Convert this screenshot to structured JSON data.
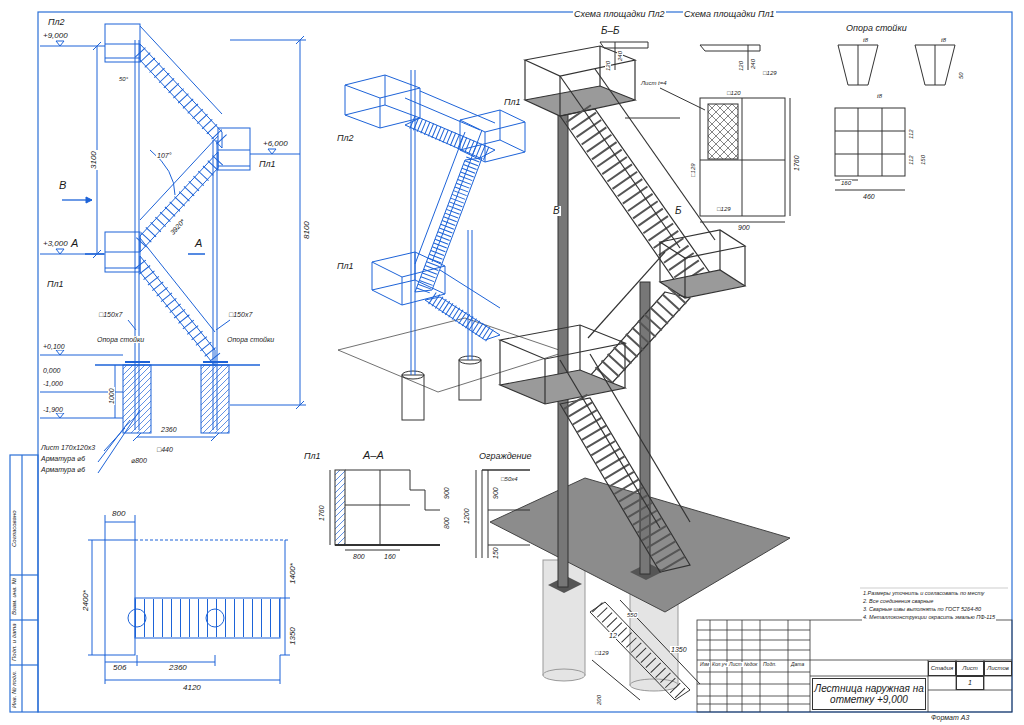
{
  "diagram": {
    "nodes": [
      {
        "text": [
          "Лестница наружная на отметку +9,000"
        ]
      },
      {
        "text": [
          "Стадия"
        ]
      },
      {
        "text": [
          "Лист"
        ]
      },
      {
        "text": [
          "Листов"
        ]
      },
      {
        "text": [
          "1"
        ]
      }
    ],
    "labels": [
      "Пл2",
      "+9,000",
      "50°",
      "107°",
      "3920*",
      "Пл1",
      "+6,000",
      "В",
      "А",
      "А",
      "+3,000",
      "3100",
      "8100",
      "Пл1",
      "□150х7",
      "□150х7",
      "Опора стойки",
      "Опора стойки",
      "+0,100",
      "0,000",
      "-1,000",
      "1000",
      "-1,900",
      "2360",
      "□440",
      "⌀800",
      "Лист 170х120х3",
      "Арматура ⌀6",
      "Арматура ⌀6",
      "800",
      "2400*",
      "1400*",
      "1350",
      "506",
      "2360",
      "4120",
      "Пл1",
      "Пл2",
      "Пл1",
      "Пл1",
      "А–А",
      "1760",
      "800",
      "160",
      "900",
      "800",
      "Ограждение",
      "1200",
      "900",
      "150",
      "□50х4",
      "Схема площадки Пл2",
      "Схема площадки Пл1",
      "Б–Б",
      "120",
      "240",
      "120",
      "240",
      "□129",
      "Лист t=4",
      "□120",
      "□129",
      "1760",
      "□129",
      "900",
      "Б",
      "В",
      "Опора стойки",
      "t8",
      "t8",
      "50",
      "t8",
      "112",
      "112",
      "160",
      "150",
      "460",
      "12",
      "□129",
      "200",
      "1350",
      "550",
      "1.Размеры уточнить и согласовать по месту",
      "2. Все соединения сварные",
      "3. Сварные швы выполнять по ГОСТ 5264-80",
      "4. Металлоконструкции окрасить эмалью ПФ-115",
      "Изм",
      "Кол.уч",
      "Лист",
      "№док",
      "Подп.",
      "Дата",
      "Формат А3",
      "Согласовано",
      "Взам. инв. №",
      "Подп. и дата",
      "Инв. № подл."
    ]
  }
}
